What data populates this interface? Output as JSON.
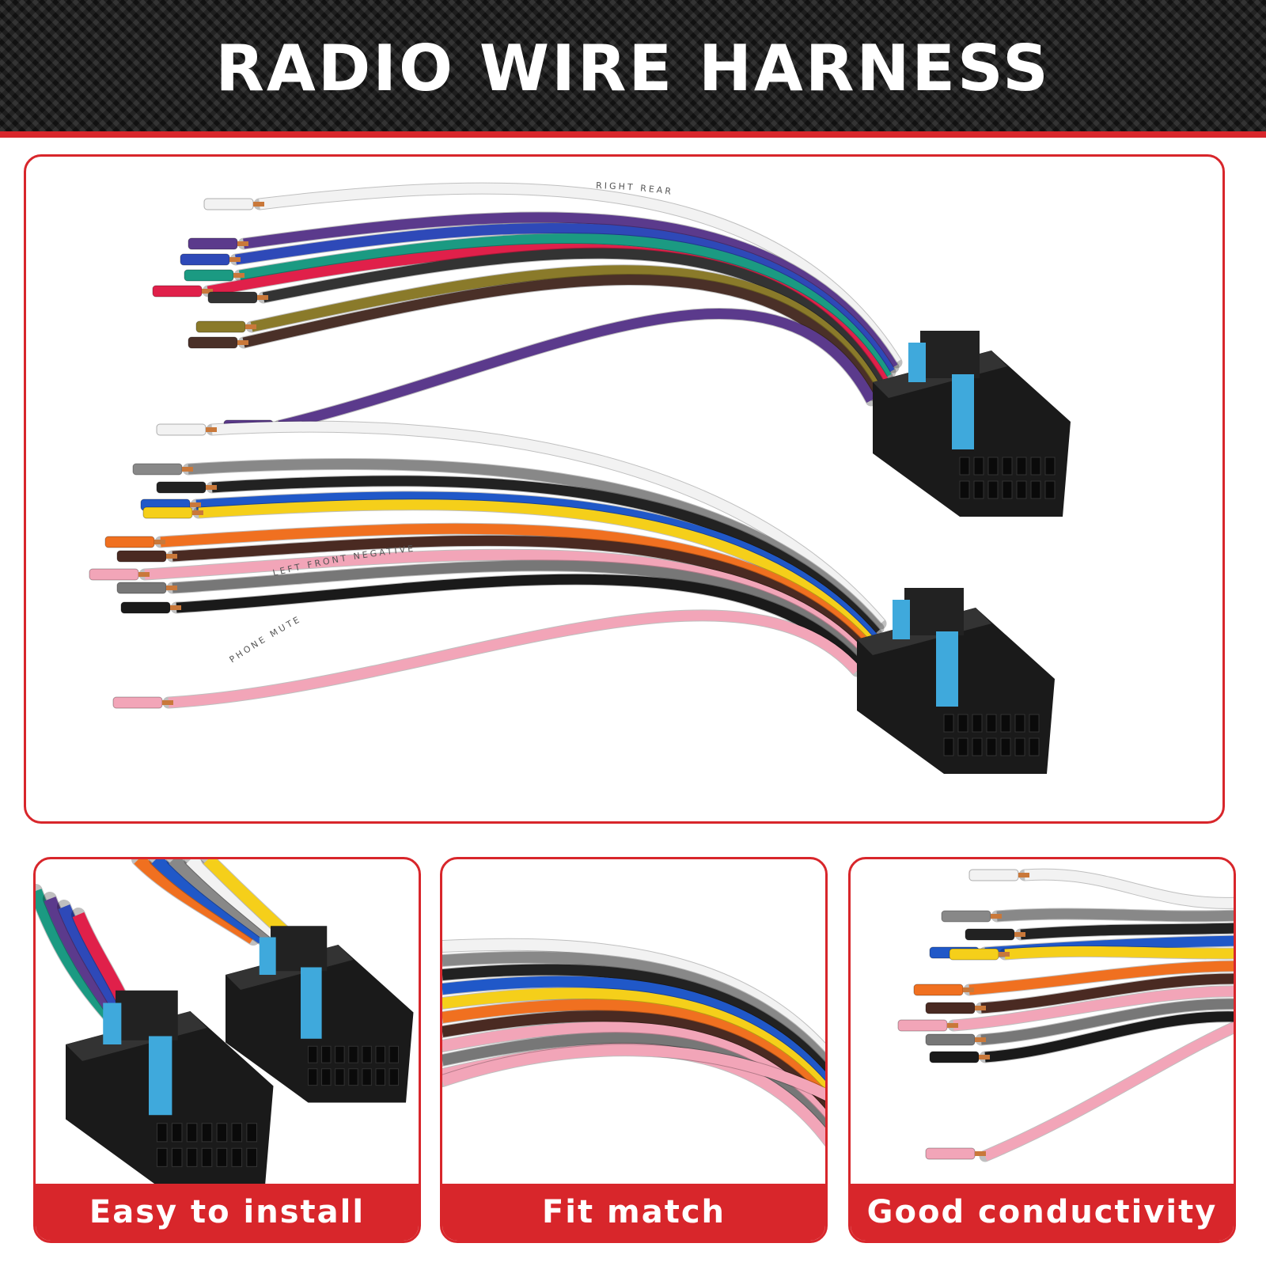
{
  "header": {
    "title": "RADIO WIRE HARNESS"
  },
  "colors": {
    "accent_red": "#d8262b",
    "header_bg": "#1c1c1c",
    "connector_black": "#1a1a1a",
    "clip_blue": "#3fa9dc"
  },
  "main": {
    "upper_harness": {
      "wire_colors": [
        "#f2f2f2",
        "#5b3a8c",
        "#2e49b8",
        "#1b9a82",
        "#e0204a",
        "#333333",
        "#8a7a2a",
        "#4a3028",
        "#5b3a8c"
      ],
      "wire_print": "RIGHT REAR"
    },
    "lower_harness": {
      "wire_colors": [
        "#f2f2f2",
        "#888888",
        "#222222",
        "#2058c8",
        "#f5cf1a",
        "#f07020",
        "#4a2a22",
        "#f2a5b8",
        "#777777",
        "#1a1a1a",
        "#f2a5b8"
      ],
      "wire_print_1": "LEFT FRONT NEGATIVE",
      "wire_print_2": "PHONE MUTE"
    }
  },
  "features": [
    {
      "label": "Easy to install"
    },
    {
      "label": "Fit match"
    },
    {
      "label": "Good conductivity"
    }
  ]
}
